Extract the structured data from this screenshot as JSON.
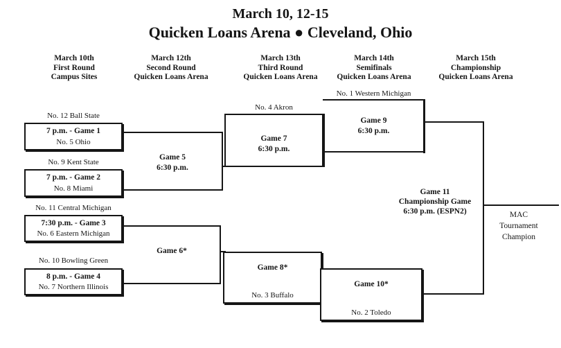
{
  "title": {
    "line1": "March 10, 12-15",
    "line2": "Quicken Loans Arena ● Cleveland, Ohio"
  },
  "columns": [
    {
      "date": "March 10th",
      "round": "First Round",
      "venue": "Campus Sites"
    },
    {
      "date": "March 12th",
      "round": "Second Round",
      "venue": "Quicken Loans Arena"
    },
    {
      "date": "March 13th",
      "round": "Third Round",
      "venue": "Quicken Loans Arena"
    },
    {
      "date": "March 14th",
      "round": "Semifinals",
      "venue": "Quicken Loans Arena"
    },
    {
      "date": "March 15th",
      "round": "Championship",
      "venue": "Quicken Loans Arena"
    }
  ],
  "bracket": {
    "round1": [
      {
        "top_team": "No. 12 Ball State",
        "label": "7 p.m. - Game 1",
        "bottom_team": "No. 5 Ohio"
      },
      {
        "top_team": "No. 9 Kent State",
        "label": "7 p.m. - Game 2",
        "bottom_team": "No. 8 Miami"
      },
      {
        "top_team": "No. 11 Central Michigan",
        "label": "7:30 p.m. - Game 3",
        "bottom_team": "No. 6 Eastern Michigan"
      },
      {
        "top_team": "No. 10 Bowling Green",
        "label": "8 p.m. - Game 4",
        "bottom_team": "No. 7 Northern Illinois"
      }
    ],
    "round2": [
      {
        "name": "Game 5",
        "time": "6:30 p.m."
      },
      {
        "name": "Game 6*"
      }
    ],
    "round3": [
      {
        "bye": "No. 4 Akron",
        "name": "Game 7",
        "time": "6:30 p.m."
      },
      {
        "name": "Game 8*",
        "bye": "No. 3 Buffalo"
      }
    ],
    "semifinals": [
      {
        "bye": "No. 1 Western Michigan",
        "name": "Game 9",
        "time": "6:30 p.m."
      },
      {
        "name": "Game 10*",
        "bye": "No. 2 Toledo"
      }
    ],
    "final": {
      "name": "Game 11",
      "subtitle": "Championship Game",
      "time": "6:30 p.m. (ESPN2)"
    },
    "champion": [
      "MAC",
      "Tournament",
      "Champion"
    ]
  }
}
